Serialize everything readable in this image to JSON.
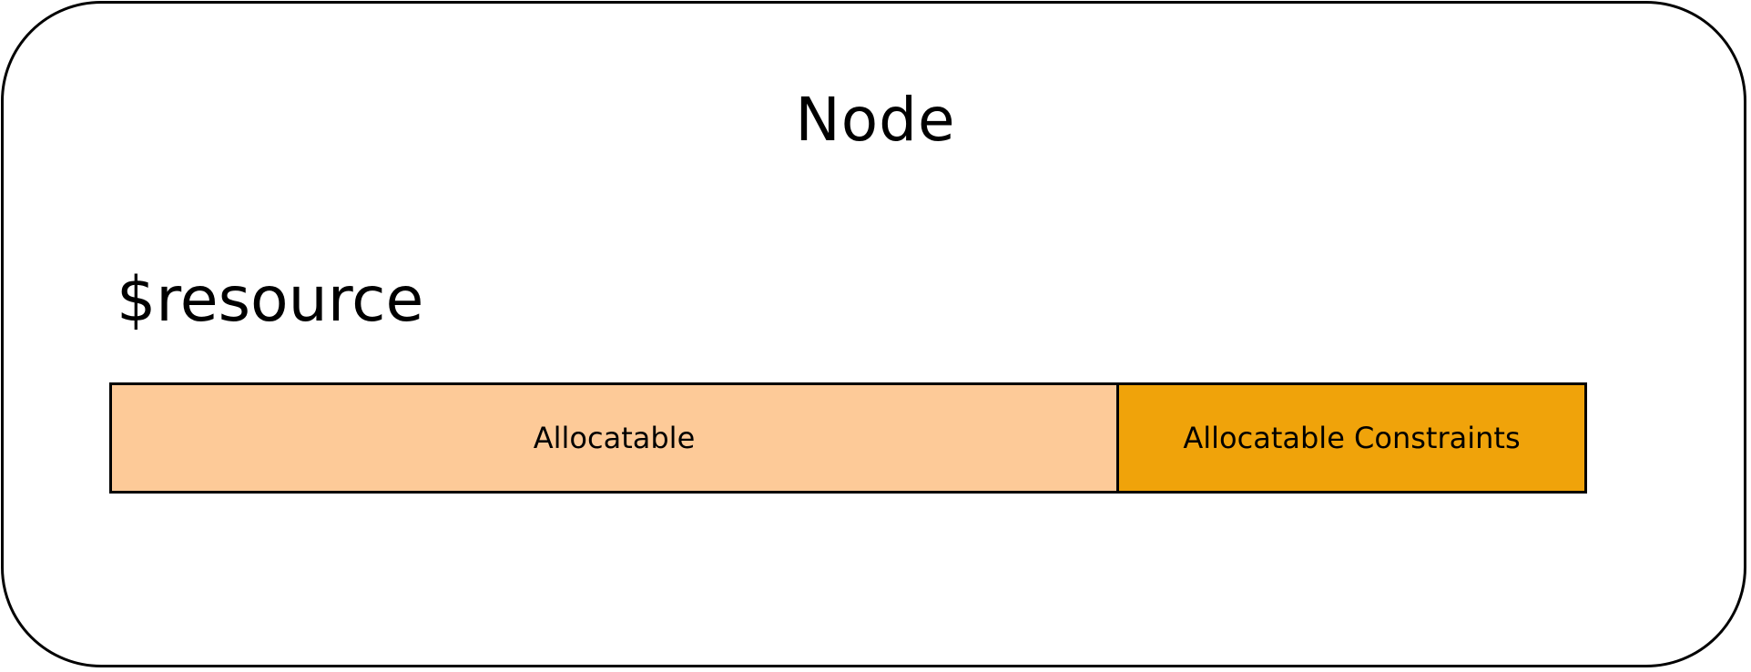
{
  "node": {
    "title": "Node"
  },
  "resource": {
    "label": "$resource"
  },
  "bar": {
    "segments": [
      {
        "label": "Allocatable",
        "fraction": 0.684,
        "color": "#fdca98"
      },
      {
        "label": "Allocatable Constraints",
        "fraction": 0.316,
        "color": "#f0a30a"
      }
    ]
  },
  "colors": {
    "border": "#000000",
    "background": "#ffffff"
  }
}
